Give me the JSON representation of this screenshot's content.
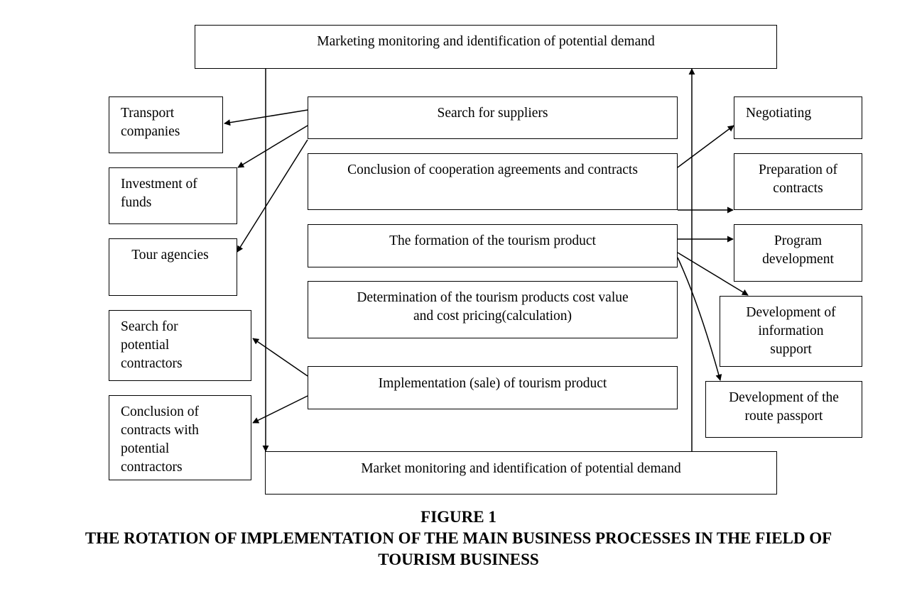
{
  "top_box": "Marketing monitoring and identification of potential demand",
  "bottom_box": "Market monitoring and identification of potential demand",
  "center": {
    "suppliers": "Search for suppliers",
    "agreements": "Conclusion of cooperation agreements and contracts",
    "formation": "The formation of the tourism product",
    "cost": "Determination of the tourism products cost value\nand cost pricing(calculation)",
    "implementation": "Implementation (sale) of tourism product"
  },
  "left": {
    "transport": "Transport\ncompanies",
    "investment": "Investment of\nfunds",
    "tour_agencies": "Tour agencies",
    "search_contractors": "Search for\npotential\ncontractors",
    "conclusion_contracts": "Conclusion of\ncontracts with\npotential\ncontractors"
  },
  "right": {
    "negotiating": "Negotiating",
    "preparation": "Preparation of\ncontracts",
    "program": "Program\ndevelopment",
    "info_support": "Development of\ninformation\nsupport",
    "route_passport": "Development of the\nroute passport"
  },
  "caption": {
    "figure": "FIGURE 1",
    "title_line1": "THE ROTATION OF IMPLEMENTATION OF THE MAIN BUSINESS PROCESSES IN THE FIELD OF",
    "title_line2": "TOURISM BUSINESS"
  }
}
